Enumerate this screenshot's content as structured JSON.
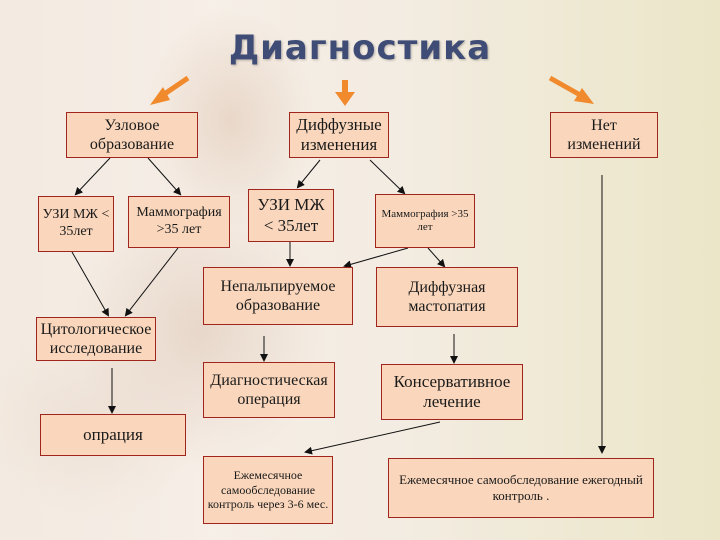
{
  "title": "Диагностика",
  "boxes": {
    "nodular": "Узловое образование",
    "diffuse_changes": "Диффузные изменения",
    "no_changes": "Нет изменений",
    "us_under35_left": "УЗИ МЖ < 35лет",
    "mammo_over35_left": "Маммография >35 лет",
    "us_under35_mid": "УЗИ МЖ < 35лет",
    "mammo_over35_mid": "Маммография >35 лет",
    "nonpalpable": "Непальпируемое образование",
    "diffuse_mastopathy": "Диффузная мастопатия",
    "cytology": "Цитологическое исследование",
    "diagnostic_surgery": "Диагностическая операция",
    "conservative_treatment": "Консервативное лечение",
    "operation": "опрация",
    "monthly_control": "Ежемесячное самообследование контроль через 3-6 мес.",
    "monthly_yearly": "Ежемесячное самообследование ежегодный контроль ."
  },
  "colors": {
    "box_fill": "#fad7bc",
    "box_border": "#a0251c",
    "arrow_orange": "#f08a2c",
    "title": "#3f4c76"
  }
}
